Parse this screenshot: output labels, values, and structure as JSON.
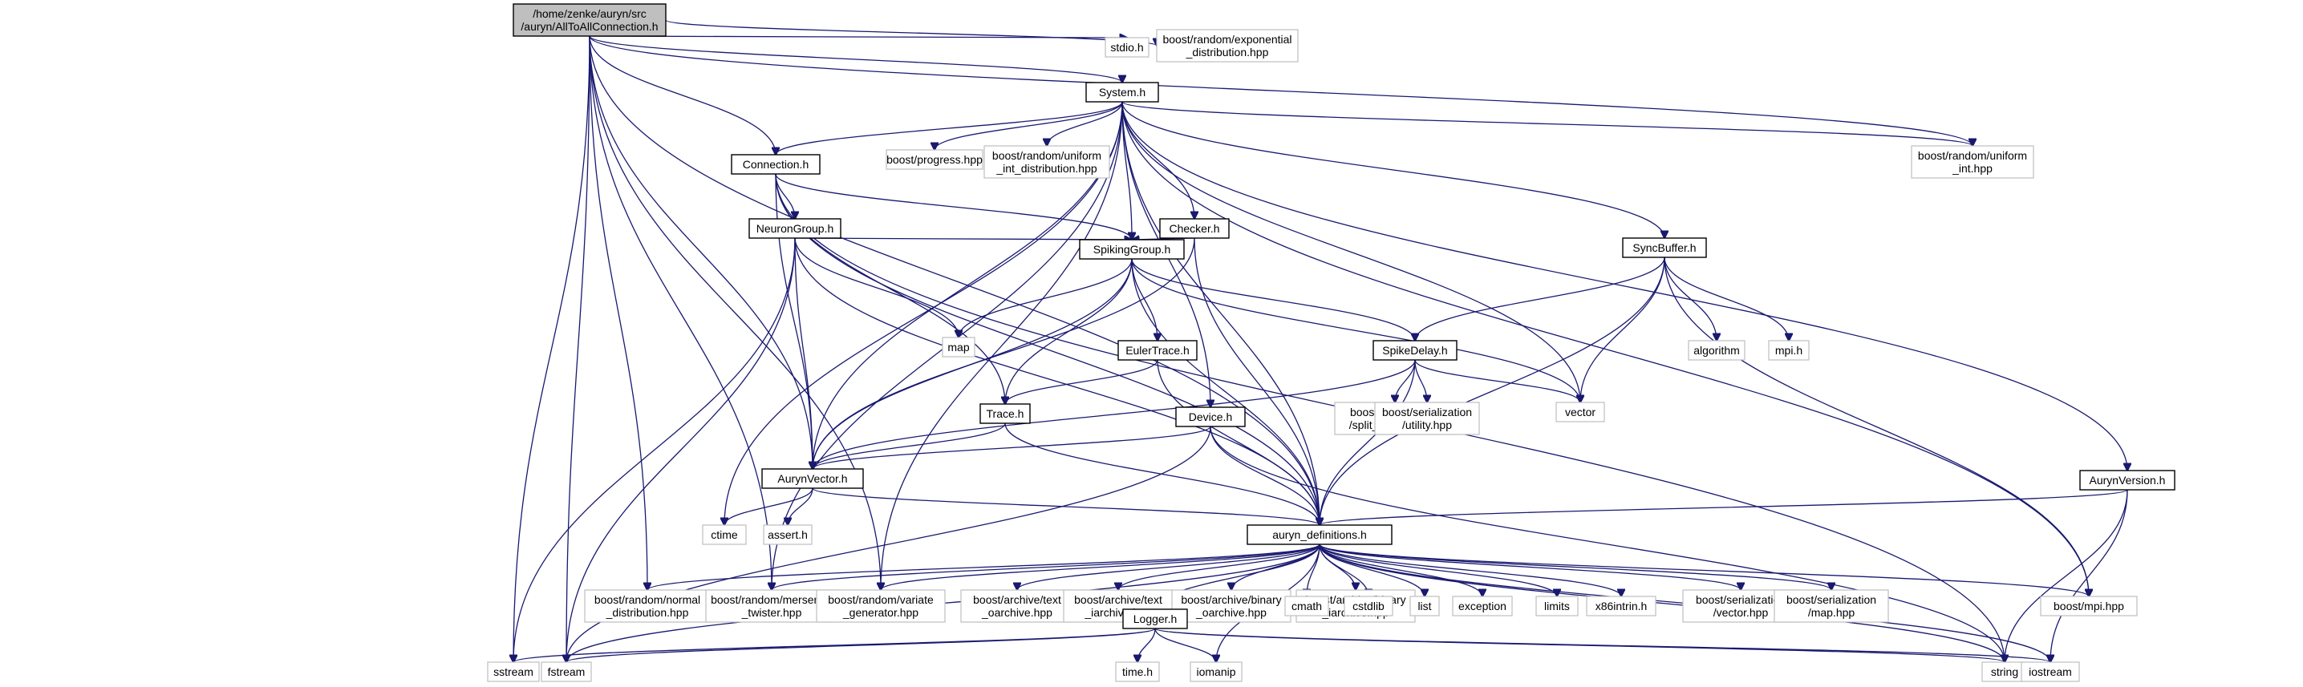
{
  "diagram": {
    "type": "include-dependency-graph",
    "colors": {
      "edge": "#191970",
      "root_fill": "#bfbfbf",
      "primary_border": "#000000",
      "external_border": "#bfbfbf"
    },
    "nodes": [
      {
        "id": "root",
        "kind": "root",
        "lines": [
          "/home/zenke/auryn/src",
          "/auryn/AllToAllConnection.h"
        ]
      },
      {
        "id": "stdio",
        "kind": "external",
        "lines": [
          "stdio.h"
        ]
      },
      {
        "id": "brexp",
        "kind": "external",
        "lines": [
          "boost/random/exponential",
          "_distribution.hpp"
        ]
      },
      {
        "id": "system",
        "kind": "primary",
        "lines": [
          "System.h"
        ]
      },
      {
        "id": "connection",
        "kind": "primary",
        "lines": [
          "Connection.h"
        ]
      },
      {
        "id": "progress",
        "kind": "external",
        "lines": [
          "boost/progress.hpp"
        ]
      },
      {
        "id": "bruid",
        "kind": "external",
        "lines": [
          "boost/random/uniform",
          "_int_distribution.hpp"
        ]
      },
      {
        "id": "bruint",
        "kind": "external",
        "lines": [
          "boost/random/uniform",
          "_int.hpp"
        ]
      },
      {
        "id": "checker",
        "kind": "primary",
        "lines": [
          "Checker.h"
        ]
      },
      {
        "id": "neurongroup",
        "kind": "primary",
        "lines": [
          "NeuronGroup.h"
        ]
      },
      {
        "id": "syncbuffer",
        "kind": "primary",
        "lines": [
          "SyncBuffer.h"
        ]
      },
      {
        "id": "spikinggroup",
        "kind": "primary",
        "lines": [
          "SpikingGroup.h"
        ]
      },
      {
        "id": "map",
        "kind": "external",
        "lines": [
          "map"
        ]
      },
      {
        "id": "eulertrace",
        "kind": "primary",
        "lines": [
          "EulerTrace.h"
        ]
      },
      {
        "id": "spikedelay",
        "kind": "primary",
        "lines": [
          "SpikeDelay.h"
        ]
      },
      {
        "id": "algorithm",
        "kind": "external",
        "lines": [
          "algorithm"
        ]
      },
      {
        "id": "mpih",
        "kind": "external",
        "lines": [
          "mpi.h"
        ]
      },
      {
        "id": "bssplit",
        "kind": "external",
        "lines": [
          "boost/serialization",
          "/split_member.hpp"
        ]
      },
      {
        "id": "bsutil",
        "kind": "external",
        "lines": [
          "boost/serialization",
          "/utility.hpp"
        ]
      },
      {
        "id": "vector",
        "kind": "external",
        "lines": [
          "vector"
        ]
      },
      {
        "id": "trace",
        "kind": "primary",
        "lines": [
          "Trace.h"
        ]
      },
      {
        "id": "device",
        "kind": "primary",
        "lines": [
          "Device.h"
        ]
      },
      {
        "id": "aurynvector",
        "kind": "primary",
        "lines": [
          "AurynVector.h"
        ]
      },
      {
        "id": "aurynversion",
        "kind": "primary",
        "lines": [
          "AurynVersion.h"
        ]
      },
      {
        "id": "ctime",
        "kind": "external",
        "lines": [
          "ctime"
        ]
      },
      {
        "id": "assert",
        "kind": "external",
        "lines": [
          "assert.h"
        ]
      },
      {
        "id": "defs",
        "kind": "primary",
        "lines": [
          "auryn_definitions.h"
        ]
      },
      {
        "id": "brnormal",
        "kind": "external",
        "lines": [
          "boost/random/normal",
          "_distribution.hpp"
        ]
      },
      {
        "id": "brmt",
        "kind": "external",
        "lines": [
          "boost/random/mersenne",
          "_twister.hpp"
        ]
      },
      {
        "id": "brvg",
        "kind": "external",
        "lines": [
          "boost/random/variate",
          "_generator.hpp"
        ]
      },
      {
        "id": "batoa",
        "kind": "external",
        "lines": [
          "boost/archive/text",
          "_oarchive.hpp"
        ]
      },
      {
        "id": "batia",
        "kind": "external",
        "lines": [
          "boost/archive/text",
          "_iarchive.hpp"
        ]
      },
      {
        "id": "baboa",
        "kind": "external",
        "lines": [
          "boost/archive/binary",
          "_oarchive.hpp"
        ]
      },
      {
        "id": "babia",
        "kind": "external",
        "lines": [
          "boost/archive/binary",
          "_iarchive.hpp"
        ]
      },
      {
        "id": "logger",
        "kind": "primary",
        "lines": [
          "Logger.h"
        ]
      },
      {
        "id": "cmath",
        "kind": "external",
        "lines": [
          "cmath"
        ]
      },
      {
        "id": "cstdlib",
        "kind": "external",
        "lines": [
          "cstdlib"
        ]
      },
      {
        "id": "list",
        "kind": "external",
        "lines": [
          "list"
        ]
      },
      {
        "id": "exception",
        "kind": "external",
        "lines": [
          "exception"
        ]
      },
      {
        "id": "limits",
        "kind": "external",
        "lines": [
          "limits"
        ]
      },
      {
        "id": "x86",
        "kind": "external",
        "lines": [
          "x86intrin.h"
        ]
      },
      {
        "id": "bsvector",
        "kind": "external",
        "lines": [
          "boost/serialization",
          "/vector.hpp"
        ]
      },
      {
        "id": "bsmap",
        "kind": "external",
        "lines": [
          "boost/serialization",
          "/map.hpp"
        ]
      },
      {
        "id": "bmpi",
        "kind": "external",
        "lines": [
          "boost/mpi.hpp"
        ]
      },
      {
        "id": "sstream",
        "kind": "external",
        "lines": [
          "sstream"
        ]
      },
      {
        "id": "fstream",
        "kind": "external",
        "lines": [
          "fstream"
        ]
      },
      {
        "id": "timeh",
        "kind": "external",
        "lines": [
          "time.h"
        ]
      },
      {
        "id": "iomanip",
        "kind": "external",
        "lines": [
          "iomanip"
        ]
      },
      {
        "id": "string",
        "kind": "external",
        "lines": [
          "string"
        ]
      },
      {
        "id": "iostream",
        "kind": "external",
        "lines": [
          "iostream"
        ]
      }
    ],
    "edges": [
      [
        "root",
        "stdio"
      ],
      [
        "root",
        "brexp"
      ],
      [
        "root",
        "system"
      ],
      [
        "root",
        "connection"
      ],
      [
        "root",
        "bruint"
      ],
      [
        "root",
        "aurynvector"
      ],
      [
        "root",
        "defs"
      ],
      [
        "root",
        "brnormal"
      ],
      [
        "root",
        "brmt"
      ],
      [
        "root",
        "brvg"
      ],
      [
        "root",
        "sstream"
      ],
      [
        "root",
        "fstream"
      ],
      [
        "system",
        "connection"
      ],
      [
        "system",
        "progress"
      ],
      [
        "system",
        "bruid"
      ],
      [
        "system",
        "bruint"
      ],
      [
        "system",
        "checker"
      ],
      [
        "system",
        "spikinggroup"
      ],
      [
        "system",
        "syncbuffer"
      ],
      [
        "system",
        "device"
      ],
      [
        "system",
        "aurynvector"
      ],
      [
        "system",
        "aurynversion"
      ],
      [
        "system",
        "defs"
      ],
      [
        "system",
        "vector"
      ],
      [
        "system",
        "ctime"
      ],
      [
        "system",
        "brmt"
      ],
      [
        "system",
        "brvg"
      ],
      [
        "system",
        "bmpi"
      ],
      [
        "connection",
        "neurongroup"
      ],
      [
        "connection",
        "spikinggroup"
      ],
      [
        "connection",
        "trace"
      ],
      [
        "connection",
        "aurynvector"
      ],
      [
        "connection",
        "defs"
      ],
      [
        "connection",
        "string"
      ],
      [
        "neurongroup",
        "spikinggroup"
      ],
      [
        "neurongroup",
        "map"
      ],
      [
        "neurongroup",
        "aurynvector"
      ],
      [
        "neurongroup",
        "defs"
      ],
      [
        "neurongroup",
        "sstream"
      ],
      [
        "neurongroup",
        "fstream"
      ],
      [
        "checker",
        "spikinggroup"
      ],
      [
        "checker",
        "aurynvector"
      ],
      [
        "checker",
        "defs"
      ],
      [
        "syncbuffer",
        "spikedelay"
      ],
      [
        "syncbuffer",
        "algorithm"
      ],
      [
        "syncbuffer",
        "mpih"
      ],
      [
        "syncbuffer",
        "vector"
      ],
      [
        "syncbuffer",
        "defs"
      ],
      [
        "syncbuffer",
        "bmpi"
      ],
      [
        "spikinggroup",
        "map"
      ],
      [
        "spikinggroup",
        "eulertrace"
      ],
      [
        "spikinggroup",
        "spikedelay"
      ],
      [
        "spikinggroup",
        "trace"
      ],
      [
        "spikinggroup",
        "aurynvector"
      ],
      [
        "spikinggroup",
        "defs"
      ],
      [
        "spikinggroup",
        "vector"
      ],
      [
        "eulertrace",
        "trace"
      ],
      [
        "eulertrace",
        "defs"
      ],
      [
        "spikedelay",
        "bssplit"
      ],
      [
        "spikedelay",
        "bsutil"
      ],
      [
        "spikedelay",
        "vector"
      ],
      [
        "spikedelay",
        "aurynvector"
      ],
      [
        "spikedelay",
        "defs"
      ],
      [
        "trace",
        "aurynvector"
      ],
      [
        "trace",
        "defs"
      ],
      [
        "device",
        "aurynvector"
      ],
      [
        "device",
        "defs"
      ],
      [
        "device",
        "fstream"
      ],
      [
        "device",
        "string"
      ],
      [
        "aurynvector",
        "ctime"
      ],
      [
        "aurynvector",
        "assert"
      ],
      [
        "aurynvector",
        "defs"
      ],
      [
        "aurynversion",
        "defs"
      ],
      [
        "aurynversion",
        "string"
      ],
      [
        "aurynversion",
        "iostream"
      ],
      [
        "defs",
        "brnormal"
      ],
      [
        "defs",
        "brmt"
      ],
      [
        "defs",
        "brvg"
      ],
      [
        "defs",
        "batoa"
      ],
      [
        "defs",
        "batia"
      ],
      [
        "defs",
        "baboa"
      ],
      [
        "defs",
        "babia"
      ],
      [
        "defs",
        "logger"
      ],
      [
        "defs",
        "cmath"
      ],
      [
        "defs",
        "cstdlib"
      ],
      [
        "defs",
        "list"
      ],
      [
        "defs",
        "exception"
      ],
      [
        "defs",
        "limits"
      ],
      [
        "defs",
        "x86"
      ],
      [
        "defs",
        "bsvector"
      ],
      [
        "defs",
        "bsmap"
      ],
      [
        "defs",
        "bmpi"
      ],
      [
        "defs",
        "iomanip"
      ],
      [
        "defs",
        "string"
      ],
      [
        "defs",
        "iostream"
      ],
      [
        "defs",
        "fstream"
      ],
      [
        "logger",
        "sstream"
      ],
      [
        "logger",
        "fstream"
      ],
      [
        "logger",
        "timeh"
      ],
      [
        "logger",
        "iomanip"
      ],
      [
        "logger",
        "string"
      ],
      [
        "logger",
        "iostream"
      ]
    ]
  }
}
